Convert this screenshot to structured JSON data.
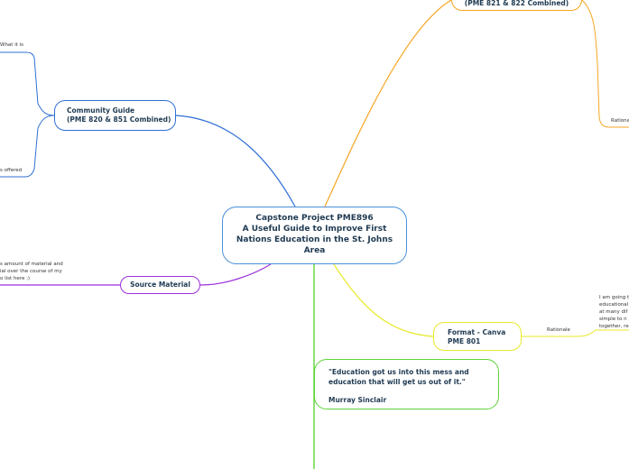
{
  "central": {
    "title_line1": "Capstone Project PME896",
    "title_line2": "A Useful Guide to Improve First",
    "title_line3": "Nations Education in the St. Johns",
    "title_line4": "Area"
  },
  "community_guide": {
    "line1": "Community Guide",
    "line2": "(PME 820 & 851 Combined)",
    "child_what": "What it is",
    "child_offered": "s offered"
  },
  "top_right": {
    "line1": "(PME 821 & 822 Combined)",
    "child_rationale": "Rationale"
  },
  "source_material": {
    "label": "Source Material",
    "note_line1": "s amount of material and",
    "note_line2": "ial over the course of my",
    "note_line3": "o list here :)"
  },
  "format": {
    "line1": "Format - Canva",
    "line2": "PME 801",
    "child_rationale": "Rationale",
    "note_line1": "I am going t",
    "note_line2": "educational",
    "note_line3": "at many dif",
    "note_line4": "simple to n",
    "note_line5": "together, re"
  },
  "quote": {
    "line1": "\"Education got us into this mess and",
    "line2": "education that will get us out of it.\"",
    "author": "Murray Sinclair"
  },
  "colors": {
    "blue": "#2f6fd6",
    "orange": "#f5a623",
    "purple": "#9b30d9",
    "yellow": "#e8e82a",
    "green": "#5fd43a",
    "central_border": "#4a90d9"
  }
}
